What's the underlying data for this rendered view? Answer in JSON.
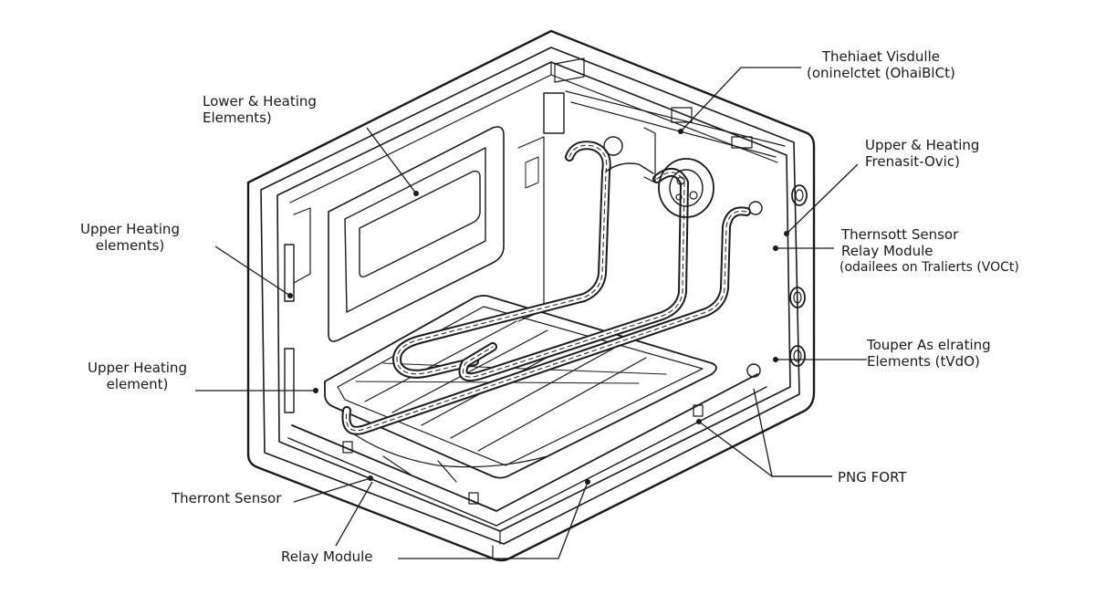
{
  "labels": {
    "lower_heating": [
      "Lower & Heating",
      "Elements)"
    ],
    "upper_heating_left": [
      "Upper Heating",
      "elements)"
    ],
    "upper_heating_element": [
      "Upper Heating",
      "element)"
    ],
    "thermost_sensor_bottom": "Therront Sensor",
    "relay_module_bottom": "Relay Module",
    "top_module": [
      "Thehiaet Visdulle",
      "(oninelctet (OhaiBlCt)"
    ],
    "upper_heating_right": [
      "Upper & Heating",
      "Frenasit-Ovic)"
    ],
    "thermost_sensor_right": [
      "Thernsott Sensor",
      "Relay Module",
      "(odailees on Tralierts (VOCt)"
    ],
    "touper_heating": [
      "Touper As elrating",
      "Elements (tVdO)"
    ],
    "png_fort": "PNG FORT"
  },
  "colors": {
    "line": "#1b1b1b",
    "background": "#ffffff"
  }
}
